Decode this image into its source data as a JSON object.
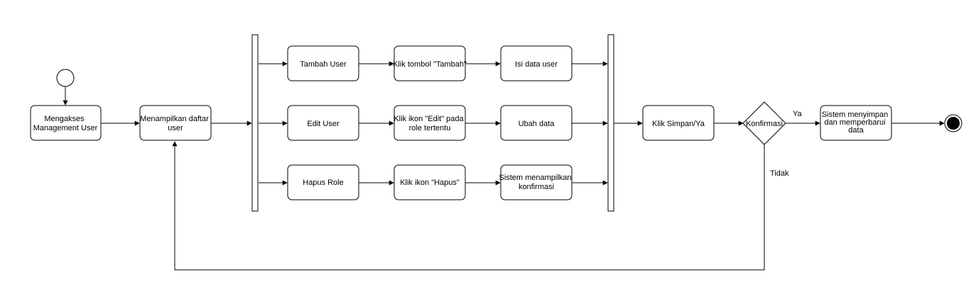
{
  "nodes": {
    "start": "",
    "mengakses": [
      "Mengakses",
      "Management User"
    ],
    "menampilkan": [
      "Menampilkan daftar",
      "user"
    ],
    "tambah_user": [
      "Tambah User"
    ],
    "klik_tambah": [
      "Klik tombol \"Tambah\""
    ],
    "isi_data": [
      "Isi data user"
    ],
    "edit_user": [
      "Edit User"
    ],
    "klik_edit": [
      "Klik ikon \"Edit\" pada",
      "role tertentu"
    ],
    "ubah_data": [
      "Ubah data"
    ],
    "hapus_role": [
      "Hapus Role"
    ],
    "klik_hapus": [
      "Klik ikon \"Hapus\""
    ],
    "sistem_konfirmasi": [
      "Sistem menampilkan",
      "konfirmasi"
    ],
    "klik_simpan": [
      "Klik Simpan/Ya"
    ],
    "konfirmasi": [
      "Konfirmasi"
    ],
    "sistem_simpan": [
      "Sistem menyimpan",
      "dan memperbarui",
      "data"
    ]
  },
  "edge_labels": {
    "ya": "Ya",
    "tidak": "Tidak"
  },
  "colors": {
    "stroke": "#000000",
    "fill": "#ffffff"
  }
}
